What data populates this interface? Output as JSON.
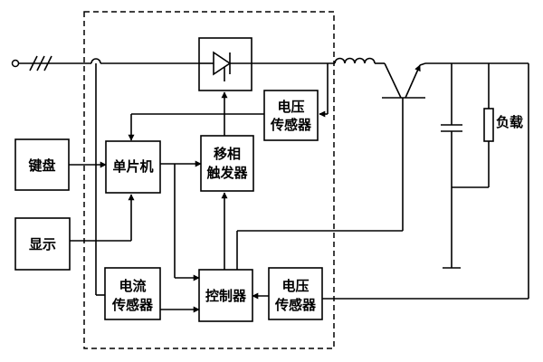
{
  "blocks": {
    "keyboard": "键盘",
    "display": "显示",
    "mcu": "单片机",
    "phase_trigger": [
      "移相",
      "触发器"
    ],
    "voltage_sensor_top": [
      "电压",
      "传感器"
    ],
    "current_sensor": [
      "电流",
      "传感器"
    ],
    "controller": "控制器",
    "voltage_sensor_bottom": [
      "电压",
      "传感器"
    ]
  },
  "load": {
    "label": "负载"
  }
}
